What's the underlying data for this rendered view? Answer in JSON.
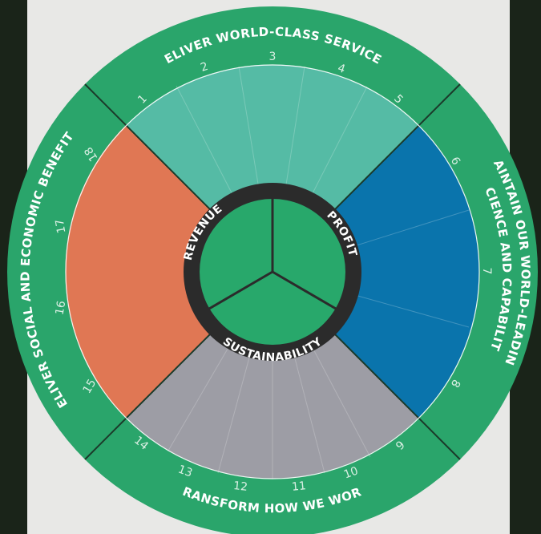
{
  "colors": {
    "ring_green": "#2aa56b",
    "hub_green": "#28a86b",
    "services": "#55bba5",
    "science": "#0a74ac",
    "transform": "#9d9da5",
    "social": "#e07754",
    "hub_ring": "#2b2b2b"
  },
  "outer_labels": {
    "top": "DELIVER WORLD-CLASS SERVICES",
    "right_line1": "MAINTAIN OUR WORLD-LEADING",
    "right_line2": "SCIENCE AND CAPABILITY",
    "bottom": "TRANSFORM HOW WE WORK",
    "left": "DELIVER SOCIAL AND ECONOMIC BENEFITS"
  },
  "hub_labels": {
    "revenue": "REVENUE",
    "profit": "PROFIT",
    "sustainability": "SUSTAINABILITY"
  },
  "numbers": [
    "1",
    "2",
    "3",
    "4",
    "5",
    "6",
    "7",
    "8",
    "9",
    "10",
    "11",
    "12",
    "13",
    "14",
    "15",
    "16",
    "17",
    "18"
  ]
}
